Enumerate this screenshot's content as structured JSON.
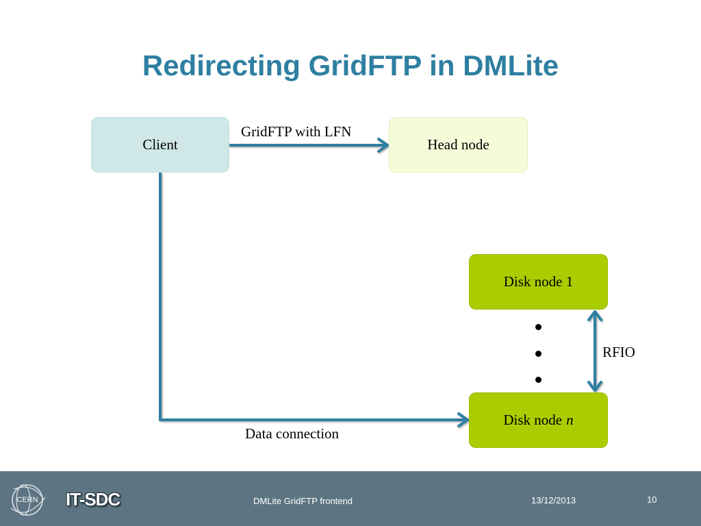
{
  "slide": {
    "title": "Redirecting GridFTP in DMLite"
  },
  "diagram": {
    "nodes": {
      "client": "Client",
      "head_node": "Head node",
      "disk_node_1": "Disk node 1",
      "disk_node_n_prefix": "Disk node",
      "disk_node_n_var": "n"
    },
    "edges": {
      "client_to_head": "GridFTP with LFN",
      "client_to_disk": "Data connection",
      "head_disk_link": "RFIO"
    },
    "colors": {
      "arrow": "#2e7fa1",
      "client_fill": "#d0e7e7",
      "head_fill": "#f4fbd8",
      "disk_fill": "#a9cd00",
      "title": "#2e7fa1"
    }
  },
  "footer": {
    "logo_text": "CERN",
    "group": "IT-SDC",
    "center_text": "DMLite GridFTP frontend",
    "date": "13/12/2013",
    "page_number": "10",
    "background": "#5d7582"
  }
}
